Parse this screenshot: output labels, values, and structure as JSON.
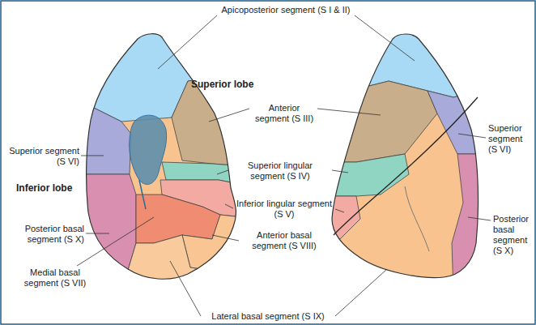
{
  "diagram": {
    "labels": [
      "Apicoposterior segment (S I & II)",
      "Superior lobe",
      "Anterior segment (S III)",
      "Superior segment (S VI)",
      "Superior lingular segment (S IV)",
      "Superior segment (S VI)",
      "Inferior lobe",
      "Inferior lingular segment (S V)",
      "Posterior basal segment (S X)",
      "Posterior basal segment (S X)",
      "Anterior basal segment (S VIII)",
      "Medial basal segment (S VII)",
      "Lateral basal segment (S IX)"
    ]
  }
}
